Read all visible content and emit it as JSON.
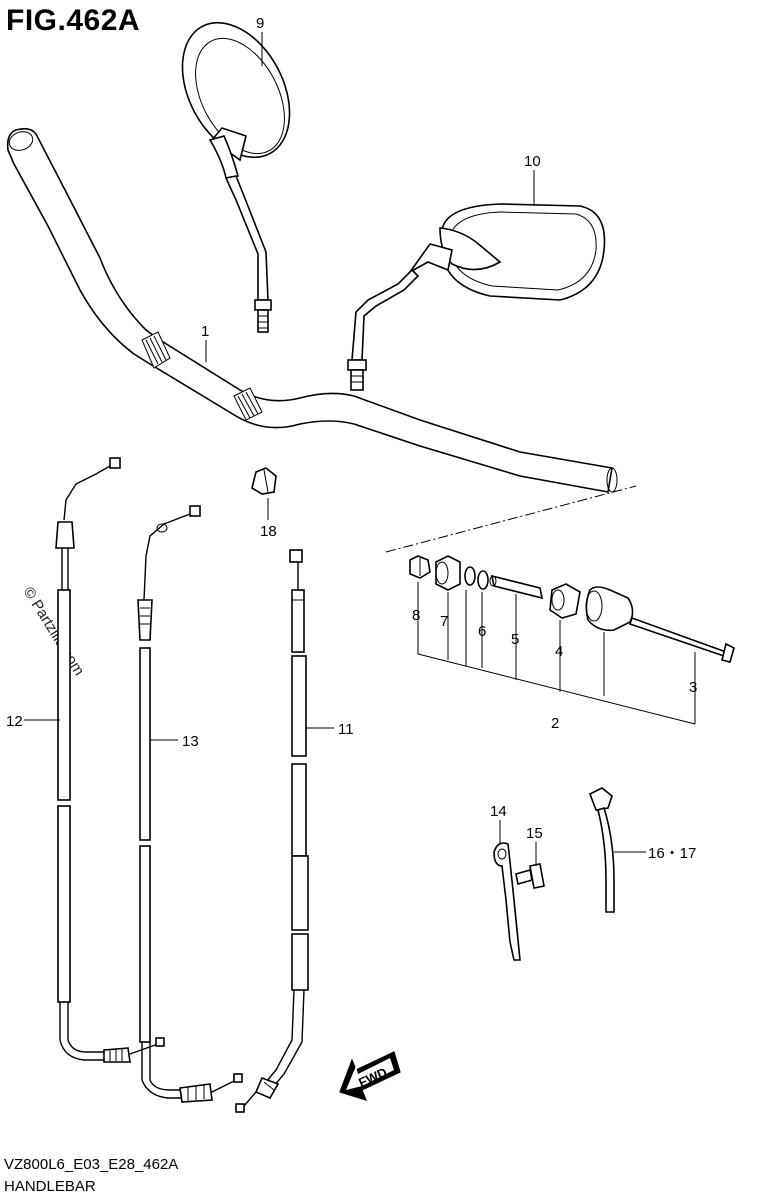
{
  "figure": {
    "title": "FIG.462A",
    "model_code": "VZ800L6_E03_E28_462A",
    "section_name": "HANDLEBAR",
    "watermark": "© Partzilla.com",
    "fwd_label": "FWD"
  },
  "callouts": [
    {
      "id": "1",
      "label": "1"
    },
    {
      "id": "2",
      "label": "2"
    },
    {
      "id": "3",
      "label": "3"
    },
    {
      "id": "4",
      "label": "4"
    },
    {
      "id": "5",
      "label": "5"
    },
    {
      "id": "6",
      "label": "6"
    },
    {
      "id": "7",
      "label": "7"
    },
    {
      "id": "8",
      "label": "8"
    },
    {
      "id": "9",
      "label": "9"
    },
    {
      "id": "10",
      "label": "10"
    },
    {
      "id": "11",
      "label": "11"
    },
    {
      "id": "12",
      "label": "12"
    },
    {
      "id": "13",
      "label": "13"
    },
    {
      "id": "14",
      "label": "14"
    },
    {
      "id": "15",
      "label": "15"
    },
    {
      "id": "16_17",
      "label": "16・17"
    },
    {
      "id": "18",
      "label": "18"
    }
  ]
}
